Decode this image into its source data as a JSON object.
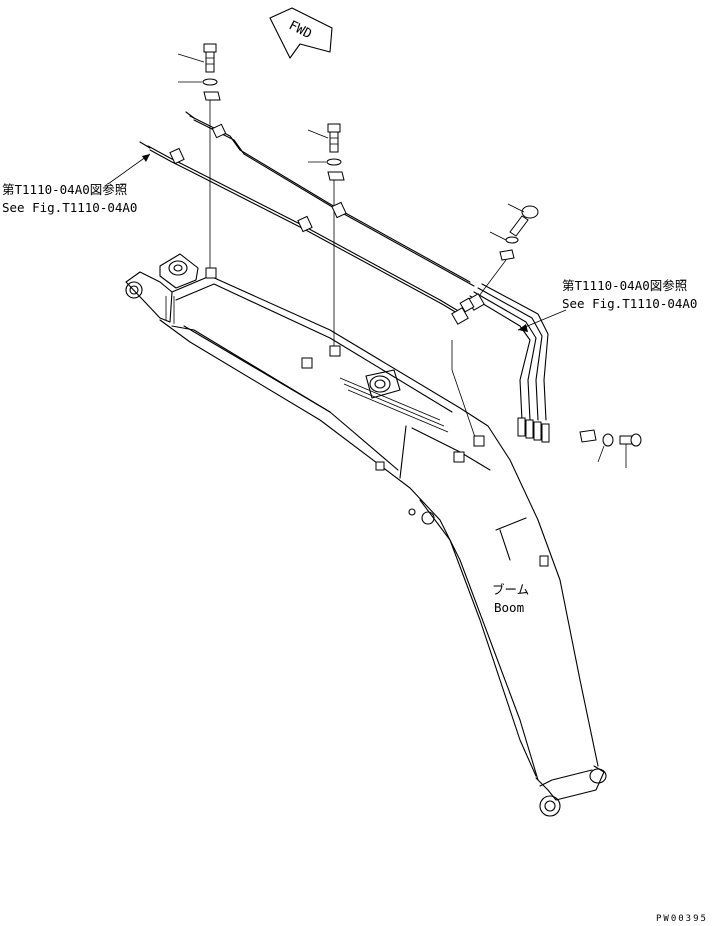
{
  "fwd_label": "FWD",
  "ref_left": {
    "jp": "第T1110-04A0図参照",
    "en": "See Fig.T1110-04A0"
  },
  "ref_right": {
    "jp": "第T1110-04A0図参照",
    "en": "See Fig.T1110-04A0"
  },
  "boom_label": {
    "jp": "ブーム",
    "en": "Boom"
  },
  "drawing_code": "PW00395"
}
